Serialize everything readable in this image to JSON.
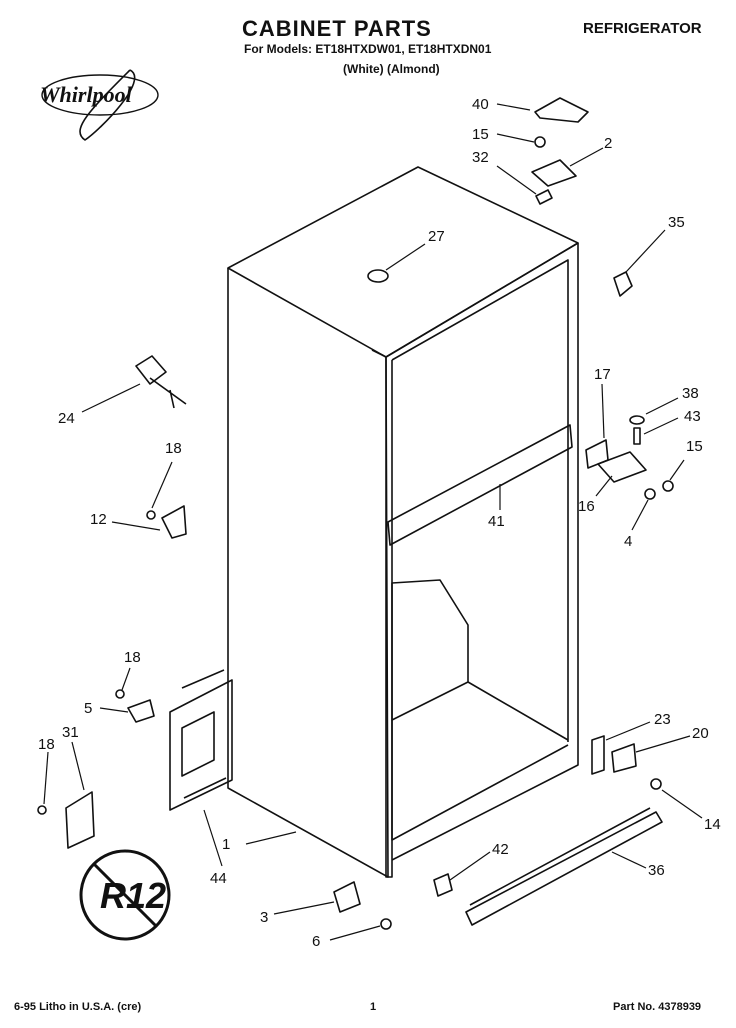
{
  "header": {
    "title": "CABINET PARTS",
    "models": "For Models: ET18HTXDW01, ET18HTXDN01",
    "colors": "(White)        (Almond)",
    "appliance": "REFRIGERATOR",
    "brand": "Whirlpool"
  },
  "badge": "R12",
  "footer": {
    "litho": "6-95 Litho in U.S.A. (cre)",
    "page": "1",
    "part_no": "Part No. 4378939"
  },
  "callouts": [
    "40",
    "15",
    "2",
    "32",
    "35",
    "27",
    "24",
    "18",
    "12",
    "17",
    "38",
    "43",
    "15",
    "16",
    "4",
    "41",
    "18",
    "5",
    "18",
    "31",
    "23",
    "20",
    "14",
    "1",
    "44",
    "42",
    "36",
    "3",
    "6"
  ]
}
